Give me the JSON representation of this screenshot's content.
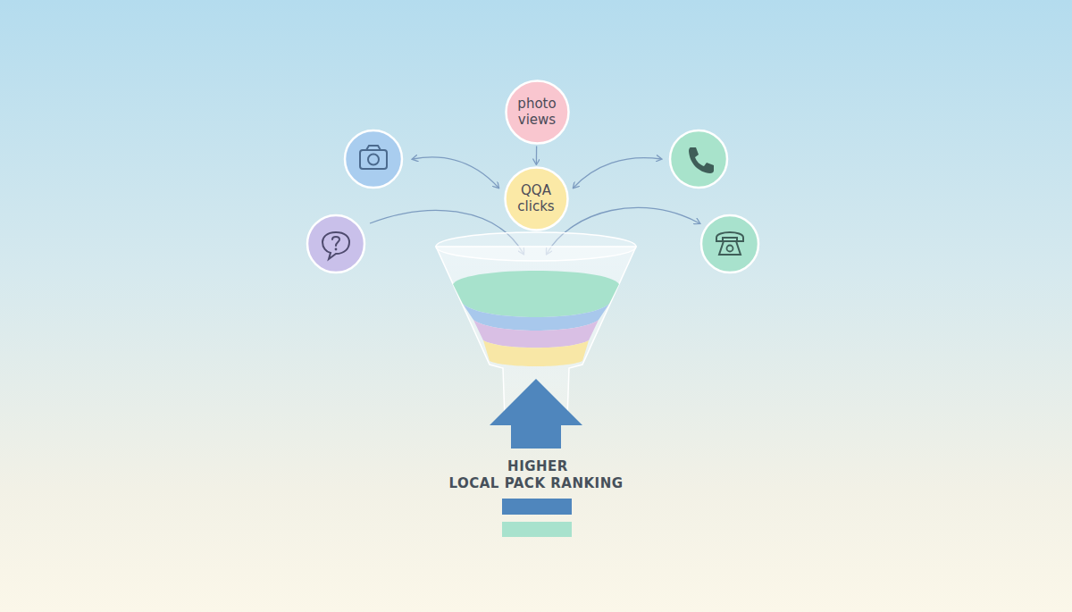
{
  "diagram": {
    "nodes": [
      {
        "text": [
          "photo views"
        ]
      },
      {
        "text": [
          "QQA clicks"
        ]
      }
    ],
    "edges": [
      {
        "from": 0,
        "to": 1,
        "arrow": "to"
      }
    ],
    "labels": [
      "HIGHER",
      "LOCAL PACK RANKING"
    ]
  }
}
